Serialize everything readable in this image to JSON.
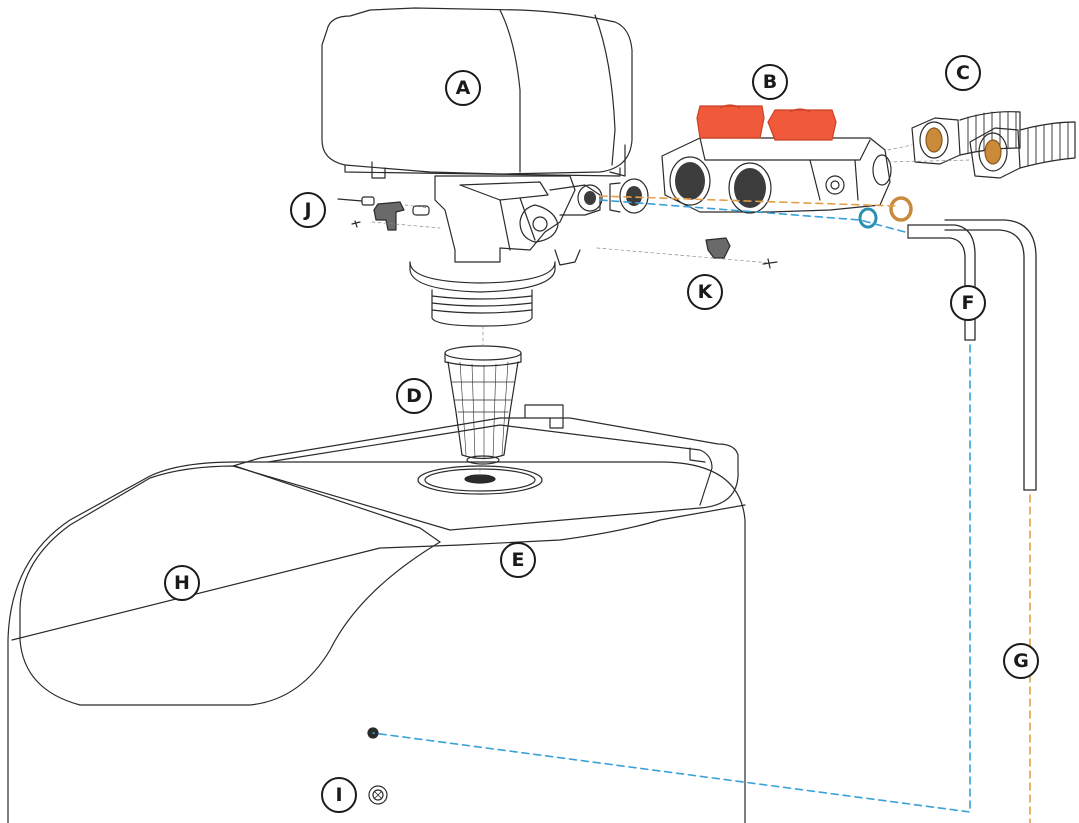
{
  "labels": {
    "a": "A",
    "b": "B",
    "c": "C",
    "d": "D",
    "e": "E",
    "f": "F",
    "g": "G",
    "h": "H",
    "i": "I",
    "j": "J",
    "k": "K"
  },
  "colors": {
    "outline": "#2b2b2b",
    "valve_handle": "#f05a3a",
    "blue_dash": "#3aa0d8",
    "orange_dash": "#e3a04a",
    "brass": "#c98a3a",
    "teal_oring": "#2a8fb0",
    "dark_port": "#3c3c3c"
  }
}
